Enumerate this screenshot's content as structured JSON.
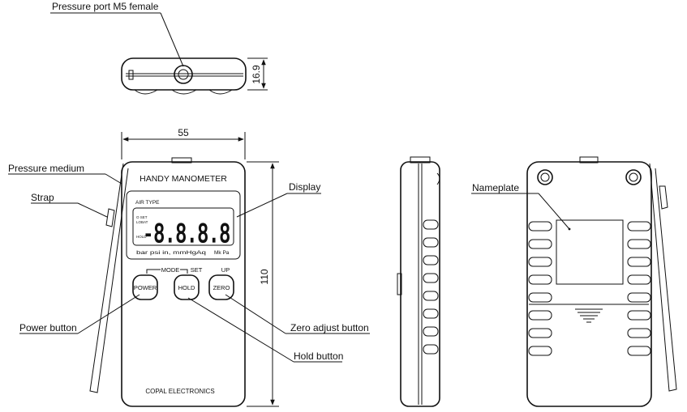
{
  "callouts": {
    "pressure_port": "Pressure port M5 female",
    "pressure_medium": "Pressure medium",
    "strap": "Strap",
    "display": "Display",
    "nameplate": "Nameplate",
    "power_button": "Power button",
    "zero_adjust_button": "Zero adjust button",
    "hold_button": "Hold button"
  },
  "dimensions": {
    "height": "16.9",
    "width": "55",
    "length": "110"
  },
  "device": {
    "title": "HANDY MANOMETER",
    "air_type": "AIR TYPE",
    "flags": [
      "O SET",
      "LOBAT",
      "HOLD"
    ],
    "digits": "-8.8.8.8",
    "units_left": "bar psi in, mmHgAq",
    "units_right": "Mk Pa",
    "mode_label": "MODE",
    "set_label": "SET",
    "up_label": "UP",
    "buttons": [
      "POWER",
      "HOLD",
      "ZERO"
    ],
    "maker": "COPAL ELECTRONICS"
  }
}
